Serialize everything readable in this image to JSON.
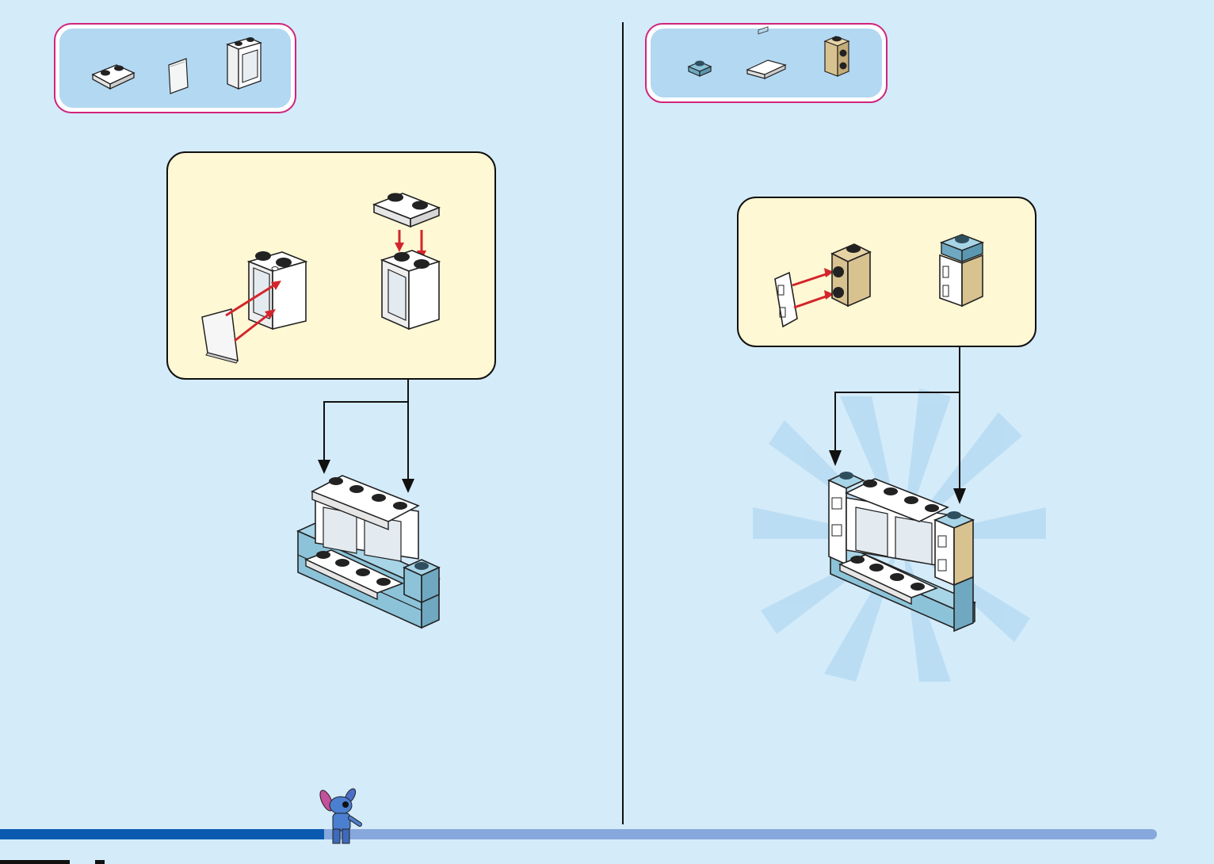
{
  "page": {
    "left": {
      "parts": [
        {
          "name": "plate-1x2-white-rail",
          "count": ""
        },
        {
          "name": "window-glass-clear",
          "count": ""
        },
        {
          "name": "window-frame-1x2x2-white",
          "count": ""
        }
      ]
    },
    "right": {
      "parts": [
        {
          "name": "tile-1x1-blue",
          "count": ""
        },
        {
          "name": "tile-1x2-white-grille",
          "count": ""
        },
        {
          "name": "brick-1x1-tan-side-studs",
          "count": ""
        }
      ]
    }
  },
  "progress": {
    "fraction": 0.28
  },
  "colors": {
    "background": "#d4ebfa",
    "parts_border": "#d0247a",
    "parts_fill": "#b3d8f2",
    "step_fill": "#fff8d4",
    "brick_blue": "#8cc3d9",
    "brick_tan": "#d8c290",
    "arrow_red": "#d3252b",
    "progress_fill": "#0a5bb0",
    "progress_track": "#87a8dc"
  },
  "icons": {
    "character": "stitch-minifigure-icon"
  }
}
